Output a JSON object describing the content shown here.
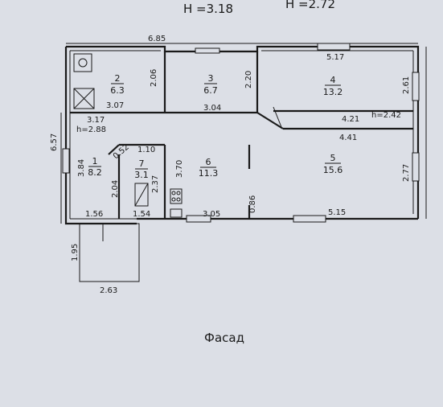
{
  "header": {
    "height_left": "H =3.18",
    "height_right": "H =2.72"
  },
  "footer": {
    "facade": "Фасад"
  },
  "rooms": [
    {
      "num": "1",
      "area": "8.2"
    },
    {
      "num": "2",
      "area": "6.3"
    },
    {
      "num": "3",
      "area": "6.7"
    },
    {
      "num": "4",
      "area": "13.2"
    },
    {
      "num": "5",
      "area": "15.6"
    },
    {
      "num": "6",
      "area": "11.3"
    },
    {
      "num": "7",
      "area": "3.1"
    }
  ],
  "dimensions": {
    "top_total": "6.85",
    "left_total": "6.57",
    "r2_h": "2.06",
    "r2_w": "3.07",
    "r3_h": "2.20",
    "r4_w": "5.17",
    "r4_h": "2.61",
    "r4_bottom": "4.21",
    "r5_top": "4.41",
    "r5_h": "2.77",
    "r5_bottom": "5.15",
    "corr_top": "3.17",
    "corr_r3": "3.04",
    "r1_h": "3.84",
    "r7_w": "1.10",
    "diag": "0.52",
    "r6_h": "3.70",
    "r7_h1": "2.04",
    "r7_h2": "2.37",
    "bot_1": "1.56",
    "bot_2": "1.54",
    "bot_3": "3.05",
    "door_w": "0.86",
    "porch_h": "1.95",
    "porch_w": "2.63"
  },
  "ceiling_heights": {
    "left": "h=2.88",
    "right": "h=2.42"
  }
}
